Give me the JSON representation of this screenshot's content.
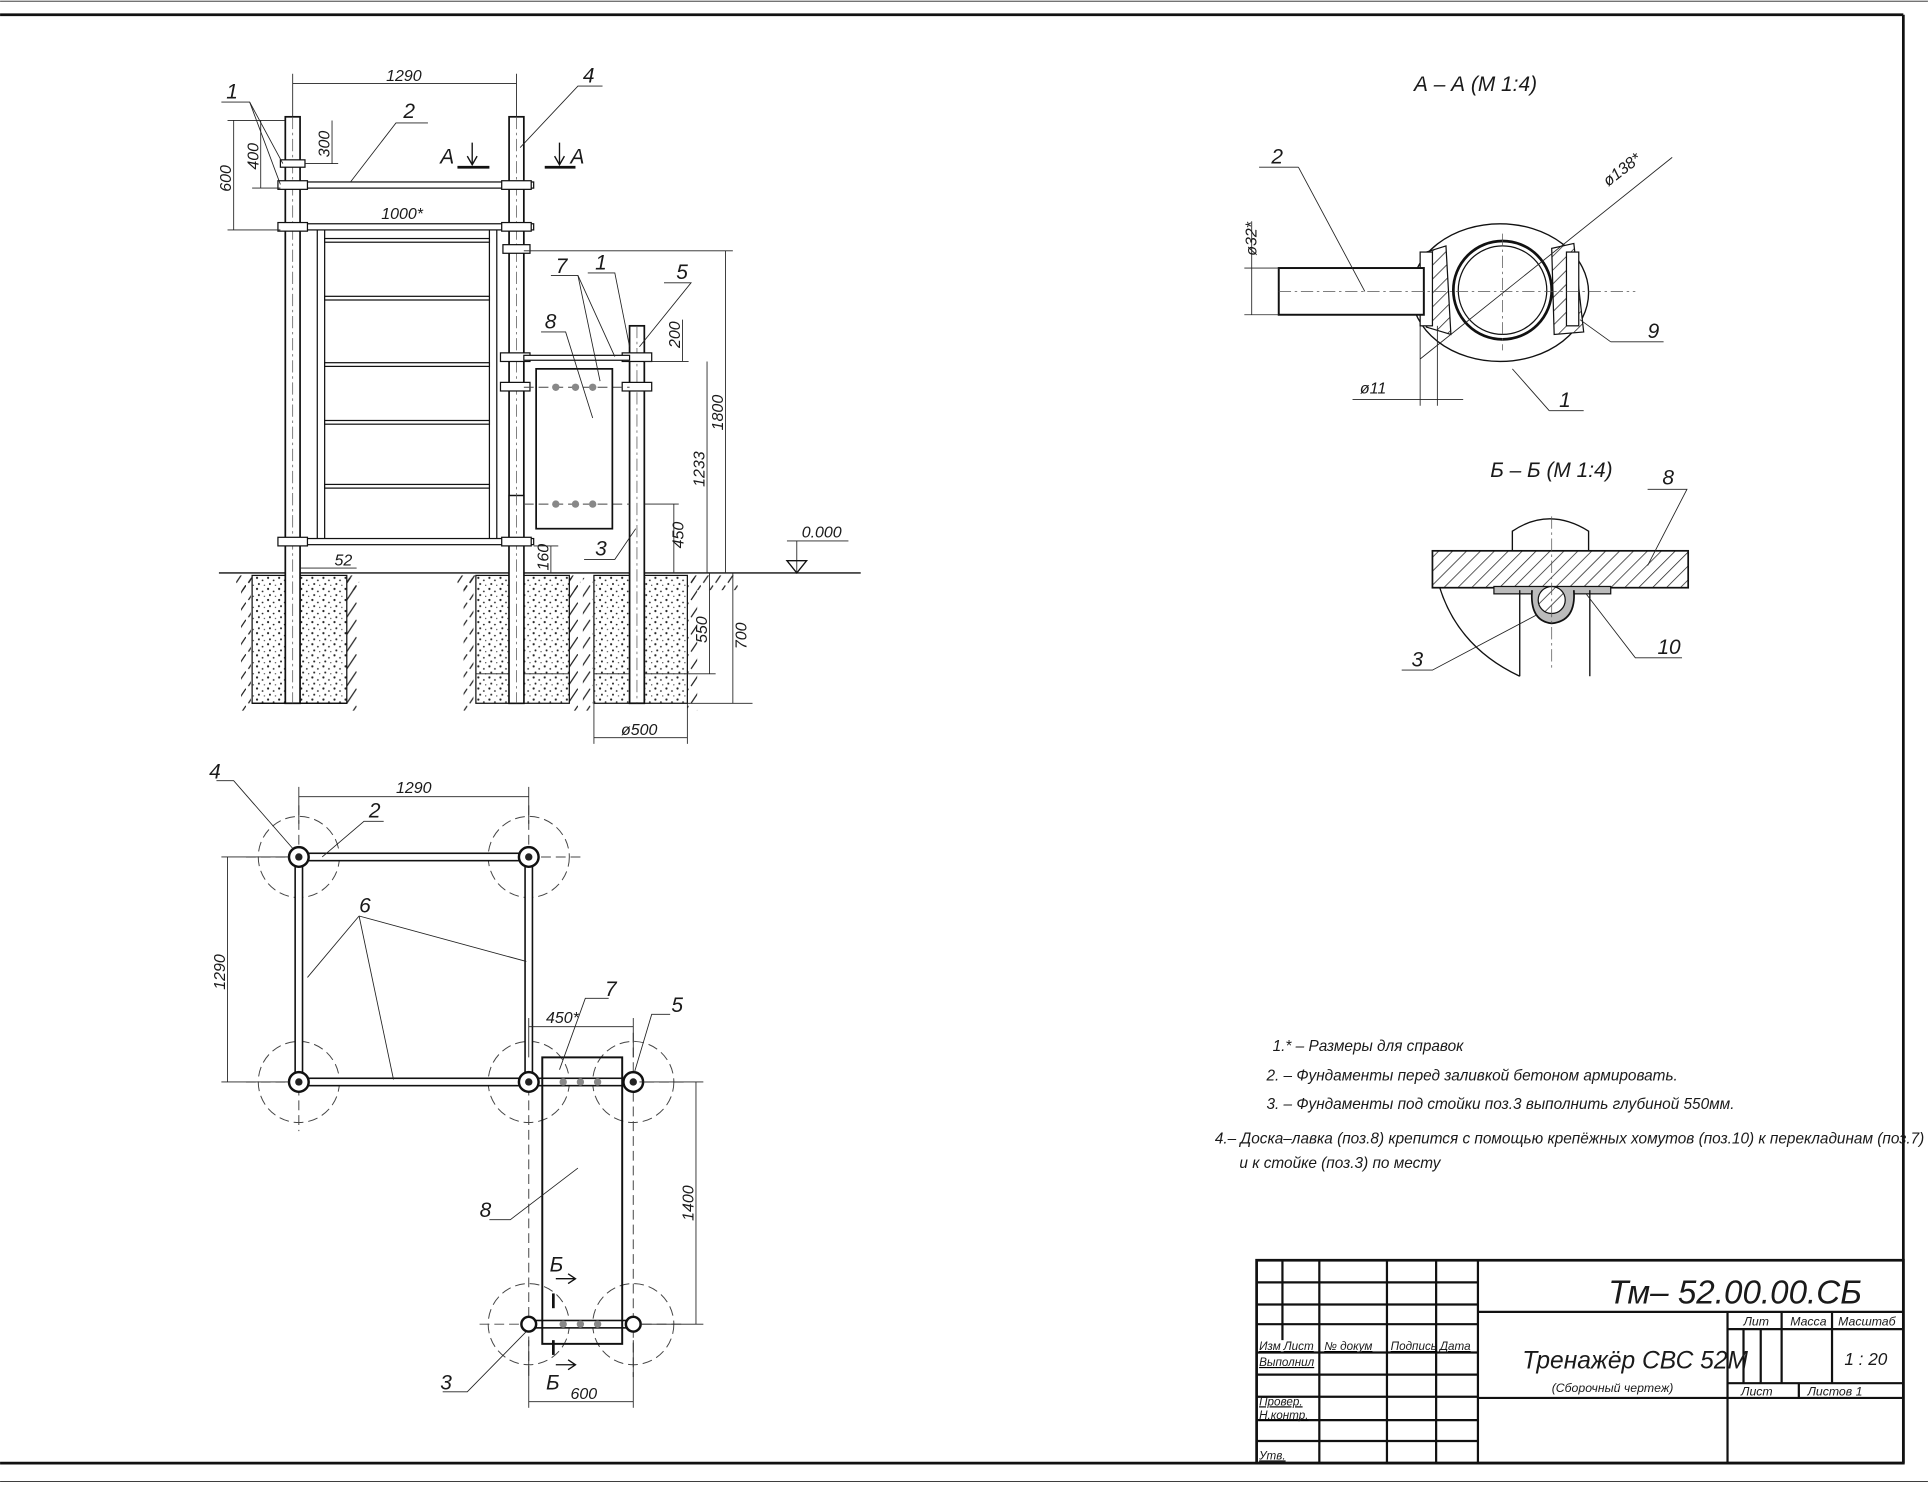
{
  "front_view": {
    "dims": [
      "1290",
      "300",
      "400",
      "600",
      "1000*",
      "200",
      "1800",
      "1233",
      "450",
      "160",
      "52",
      "550",
      "700",
      "ø500"
    ],
    "labels": [
      "1",
      "2",
      "4",
      "7",
      "1",
      "5",
      "8",
      "3"
    ],
    "section_mark": "А",
    "level": "0.000"
  },
  "plan_view": {
    "dims": [
      "1290",
      "1290",
      "450*",
      "1400",
      "600"
    ],
    "labels": [
      "4",
      "2",
      "6",
      "7",
      "5",
      "8",
      "3"
    ],
    "section_mark": "Б"
  },
  "section_aa": {
    "title": "А – А (М 1:4)",
    "dims": [
      "ø32*",
      "ø138*",
      "ø11"
    ],
    "labels": [
      "2",
      "9",
      "1"
    ]
  },
  "section_bb": {
    "title": "Б – Б (М 1:4)",
    "labels": [
      "8",
      "3",
      "10"
    ]
  },
  "notes": [
    "1.* – Размеры для справок",
    "2. – Фундаменты перед заливкой бетоном армировать.",
    "3. – Фундаменты под стойки поз.3 выполнить глубиной 550мм.",
    "4.– Доска–лавка (поз.8) крепится с помощью крепёжных хомутов (поз.10) к перекладинам  (поз.7)",
    "и к стойке (поз.3)  по месту"
  ],
  "title_block": {
    "designation": "Тм– 52.00.00.СБ",
    "name": "Тренажёр СВС 52М",
    "subtitle": "(Сборочный чертеж)",
    "columns": [
      "Изм",
      "Лист",
      "№ докум",
      "Подпись",
      "Дата"
    ],
    "rows": [
      "Выполнил",
      "Провер.",
      "Н.контр.",
      "Утв."
    ],
    "lit_label": "Лит",
    "mass_label": "Масса",
    "scale_label": "Масштаб",
    "scale": "1 : 20",
    "sheet_label": "Лист",
    "sheets_label": "Листов 1"
  }
}
